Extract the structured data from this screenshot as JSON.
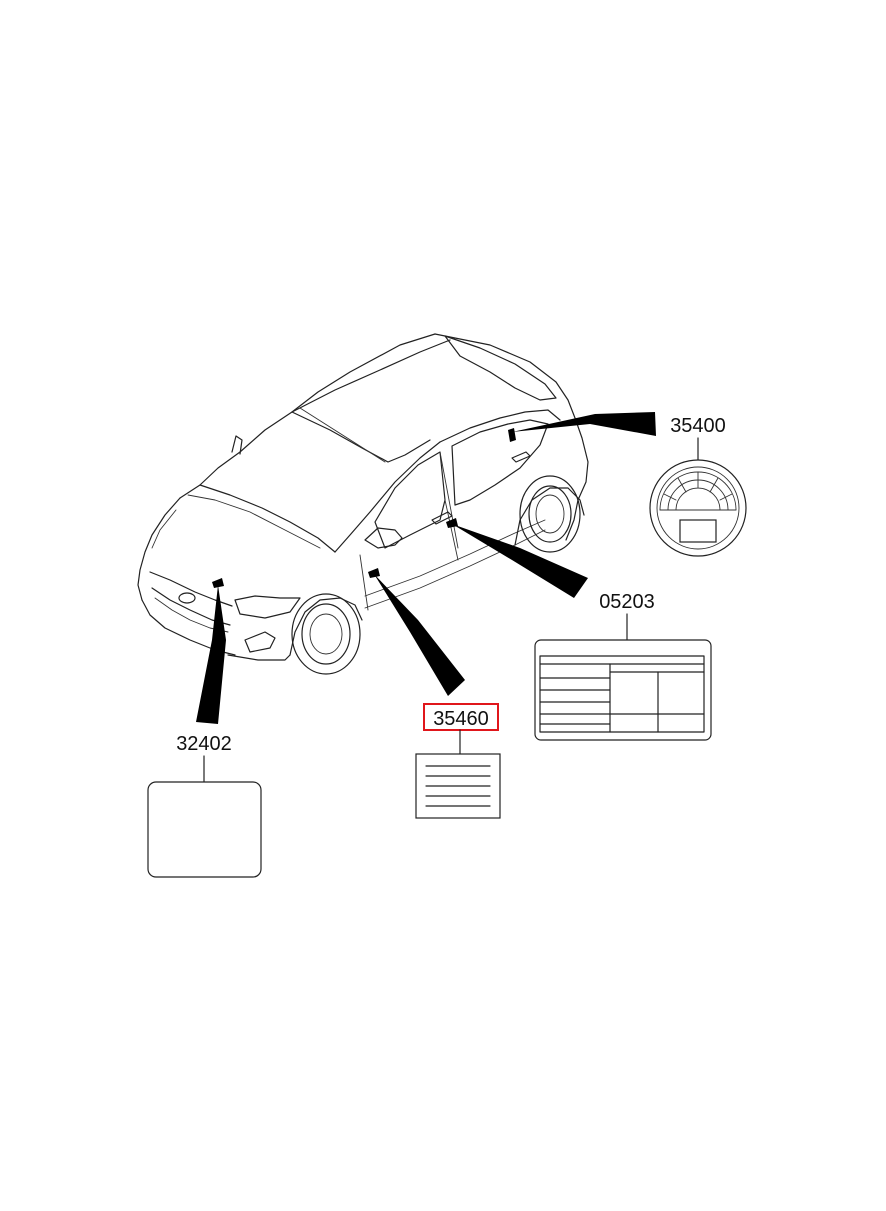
{
  "parts": [
    {
      "id": "part-35400",
      "number": "35400",
      "highlighted": false
    },
    {
      "id": "part-05203",
      "number": "05203",
      "highlighted": false
    },
    {
      "id": "part-35460",
      "number": "35460",
      "highlighted": true
    },
    {
      "id": "part-32402",
      "number": "32402",
      "highlighted": false
    }
  ],
  "colors": {
    "highlight": "#e0161b",
    "line": "#222222",
    "leader": "#000000",
    "background": "#ffffff"
  }
}
